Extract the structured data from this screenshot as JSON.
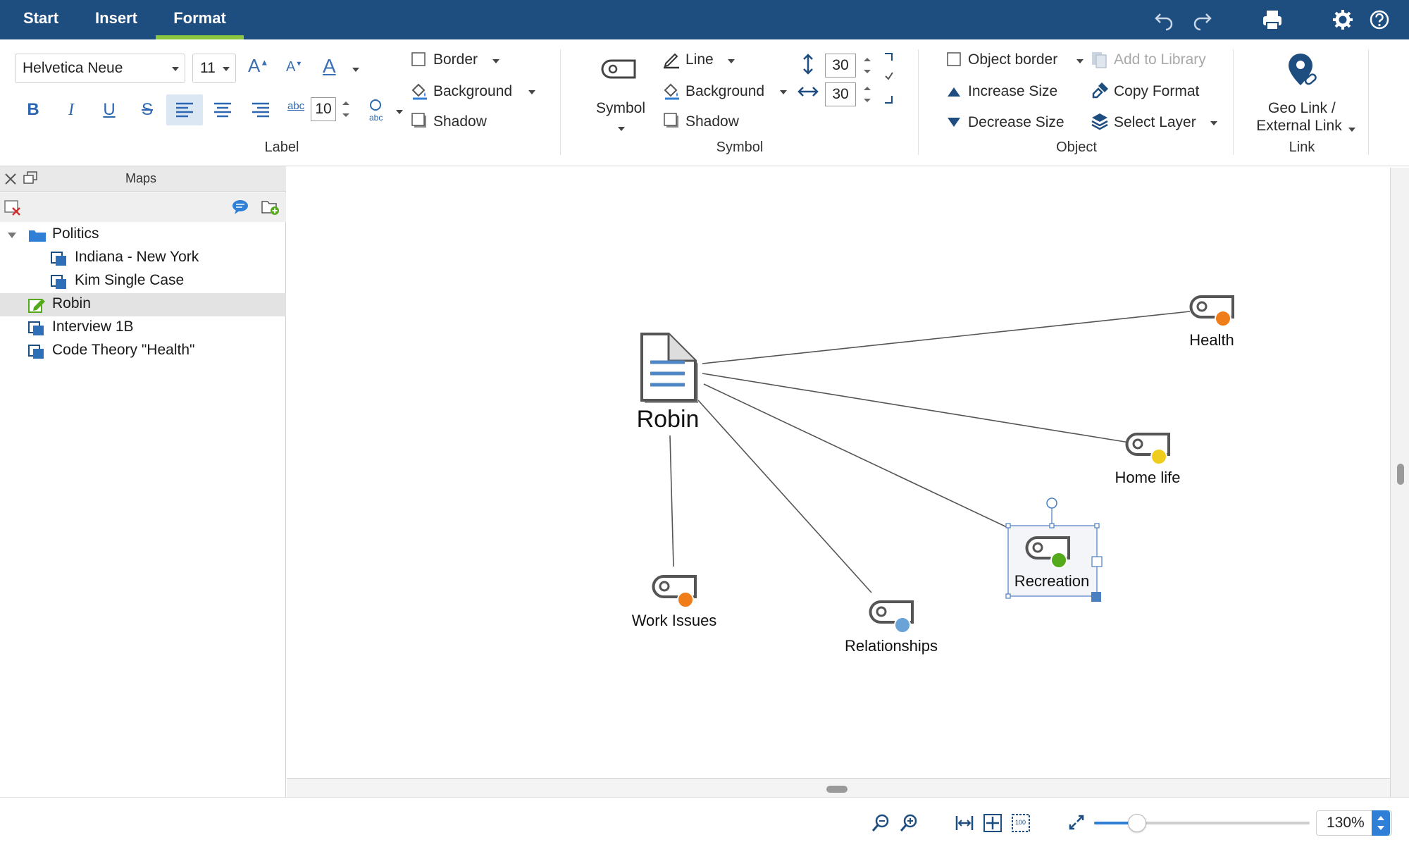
{
  "tabs": [
    {
      "label": "Start",
      "active": false
    },
    {
      "label": "Insert",
      "active": false
    },
    {
      "label": "Format",
      "active": true
    }
  ],
  "colors": {
    "brand": "#1e4d80",
    "active_tab_underline": "#8bc53f",
    "accent_blue": "#2f7fd6",
    "code_orange": "#ee7d1a",
    "code_yellow": "#f0cc1c",
    "code_green": "#55aa1c",
    "code_blue": "#6aa3d8"
  },
  "ribbon": {
    "label_group": {
      "name": "Label",
      "font_family": "Helvetica Neue",
      "font_size": "11",
      "line_spacing": "10",
      "border": "Border",
      "background": "Background",
      "shadow": "Shadow",
      "bold": "B",
      "italic": "I",
      "underline": "U",
      "strike": "S",
      "wrap_icon": "abc",
      "shape_icon": "abc",
      "grow_font": "A",
      "shrink_font": "A",
      "font_color": "A"
    },
    "symbol_group": {
      "name": "Symbol",
      "symbol": "Symbol",
      "line": "Line",
      "background": "Background",
      "shadow": "Shadow",
      "height": "30",
      "width": "30"
    },
    "object_group": {
      "name": "Object",
      "object_border": "Object border",
      "increase_size": "Increase Size",
      "decrease_size": "Decrease Size",
      "add_to_library": "Add to Library",
      "copy_format": "Copy Format",
      "select_layer": "Select Layer"
    },
    "link_group": {
      "name": "Link",
      "geo_link_line1": "Geo Link /",
      "geo_link_line2": "External Link"
    }
  },
  "maps_panel": {
    "title": "Maps",
    "tree": [
      {
        "label": "Politics",
        "type": "folder",
        "level": 0,
        "expanded": true,
        "selected": false
      },
      {
        "label": "Indiana - New York",
        "type": "map",
        "level": 1,
        "selected": false
      },
      {
        "label": "Kim Single Case",
        "type": "map",
        "level": 1,
        "selected": false
      },
      {
        "label": "Robin",
        "type": "map-edit",
        "level": 0,
        "selected": true
      },
      {
        "label": "Interview 1B",
        "type": "map",
        "level": 0,
        "selected": false
      },
      {
        "label": "Code Theory \"Health\"",
        "type": "map",
        "level": 0,
        "selected": false
      }
    ]
  },
  "map": {
    "center_label": "Robin",
    "nodes": [
      {
        "label": "Health",
        "color": "#ee7d1a",
        "selected": false
      },
      {
        "label": "Home life",
        "color": "#f0cc1c",
        "selected": false
      },
      {
        "label": "Recreation",
        "color": "#55aa1c",
        "selected": true
      },
      {
        "label": "Work Issues",
        "color": "#ee7d1a",
        "selected": false
      },
      {
        "label": "Relationships",
        "color": "#6aa3d8",
        "selected": false
      }
    ]
  },
  "statusbar": {
    "zoom_label": "130%",
    "zoom_fraction": 0.2
  }
}
